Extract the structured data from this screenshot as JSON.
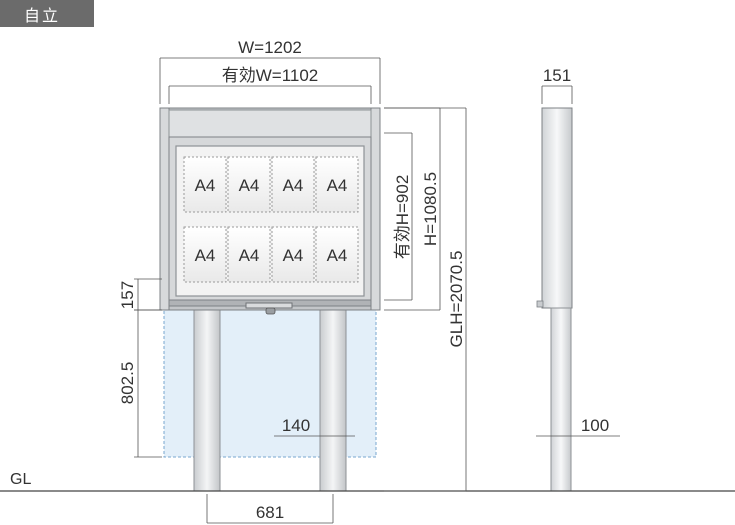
{
  "category_tag": "自立",
  "front_view": {
    "width_label": "W=1202",
    "effective_width_label": "有効W=1102",
    "effective_height_label": "有効H=902",
    "height_label": "H=1080.5",
    "ground_height_label": "GLH=2070.5",
    "top_offset_label": "157",
    "lower_height_label": "802.5",
    "post_width_label": "140",
    "post_spacing_label": "681",
    "ground_label": "GL",
    "paper_cells": [
      "A4",
      "A4",
      "A4",
      "A4",
      "A4",
      "A4",
      "A4",
      "A4"
    ]
  },
  "side_view": {
    "depth_label": "151",
    "post_width_label": "100"
  },
  "colors": {
    "frame": "#b9bcbf",
    "frame_dark": "#8e9296",
    "highlight_zone": "#dcecf8",
    "line": "#555555"
  }
}
